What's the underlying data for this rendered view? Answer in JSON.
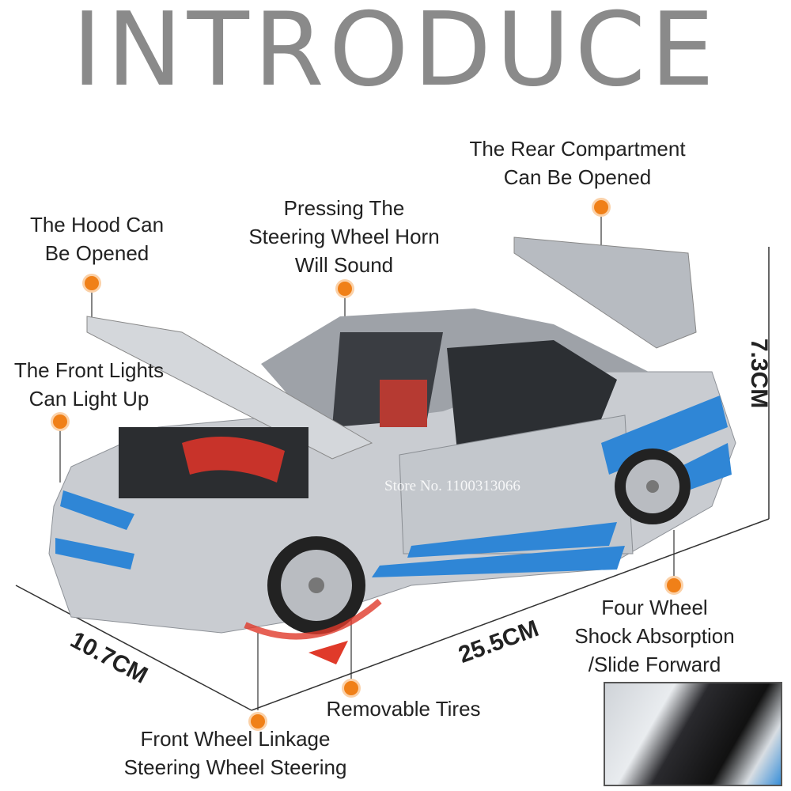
{
  "title": "INTRODUCE",
  "labels": {
    "rear": [
      "The Rear Compartment",
      "Can Be Opened"
    ],
    "hood": [
      "The Hood Can",
      "Be Opened"
    ],
    "horn": [
      "Pressing The",
      "Steering Wheel Horn",
      "Will Sound"
    ],
    "lights": [
      "The Front Lights",
      "Can Light Up"
    ],
    "shock": [
      "Four Wheel",
      "Shock Absorption",
      "/Slide Forward"
    ],
    "tires": [
      "Removable Tires"
    ],
    "linkage": [
      "Front Wheel Linkage",
      "Steering Wheel Steering"
    ]
  },
  "dimensions": {
    "height": "7.3CM",
    "length": "25.5CM",
    "width": "10.7CM"
  },
  "watermark": "Store No. 1100313066",
  "colors": {
    "title": "#8a8a8a",
    "dot": "#f08018",
    "car_body": "#c9ccd1",
    "stripe": "#2f86d6",
    "arrow": "#e03a2a"
  }
}
